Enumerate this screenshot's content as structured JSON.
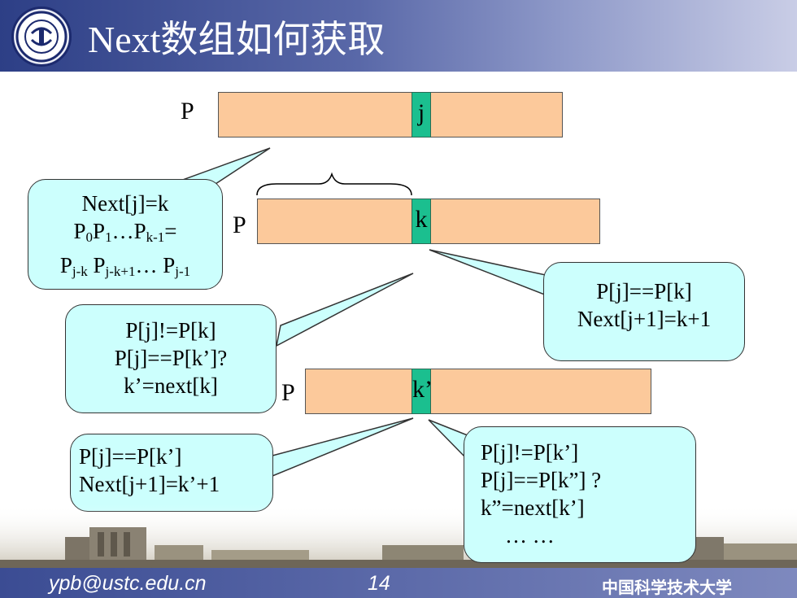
{
  "slide": {
    "title": "Next数组如何获取",
    "footer": {
      "email": "ypb@ustc.edu.cn",
      "page": "14",
      "org": "中国科学技术大学"
    }
  },
  "rows": [
    {
      "label": "P",
      "cell": "j"
    },
    {
      "label": "P",
      "cell": "k"
    },
    {
      "label": "P",
      "cell": "k’"
    }
  ],
  "callouts": {
    "next_def": {
      "line1": "Next[j]=k"
    },
    "match_k": {
      "line1": "P[j]==P[k]",
      "line2": "Next[j+1]=k+1"
    },
    "mismatch_k": {
      "line1": "P[j]!=P[k]",
      "line2": "P[j]==P[k’]?",
      "line3": "k’=next[k]"
    },
    "match_k2": {
      "line1": "P[j]==P[k’]",
      "line2": "Next[j+1]=k’+1"
    },
    "mismatch_k2": {
      "line1": "P[j]!=P[k’]",
      "line2": "P[j]==P[k”] ?",
      "line3": "k”=next[k’]",
      "line4": "… …"
    }
  },
  "colors": {
    "bar": "#fcc99b",
    "cell": "#1bbf8f",
    "callout": "#ccfffd",
    "header": "#2d3f86"
  }
}
